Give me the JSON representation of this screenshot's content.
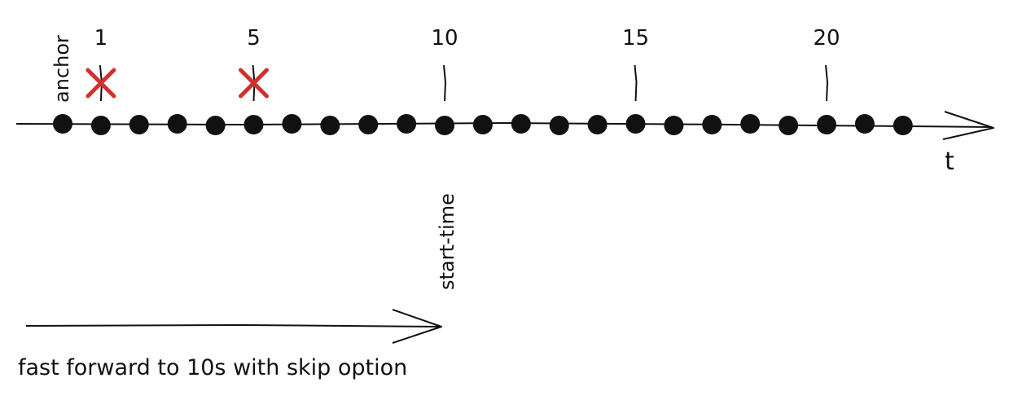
{
  "diagram": {
    "axis_label": "t",
    "anchor_label": "anchor",
    "start_time_label": "start-time",
    "caption": "fast forward to 10s with skip option",
    "tick_labels": [
      {
        "value": 1,
        "label": "1"
      },
      {
        "value": 5,
        "label": "5"
      },
      {
        "value": 10,
        "label": "10"
      },
      {
        "value": 15,
        "label": "15"
      },
      {
        "value": 20,
        "label": "20"
      }
    ],
    "points": [
      0,
      1,
      2,
      3,
      4,
      5,
      6,
      7,
      8,
      9,
      10,
      11,
      12,
      13,
      14,
      15,
      16,
      17,
      18,
      19,
      20,
      21,
      22
    ],
    "skipped": [
      1,
      5
    ],
    "start_time_value": 10,
    "colors": {
      "ink": "#111111",
      "cross": "#d0312d"
    }
  }
}
